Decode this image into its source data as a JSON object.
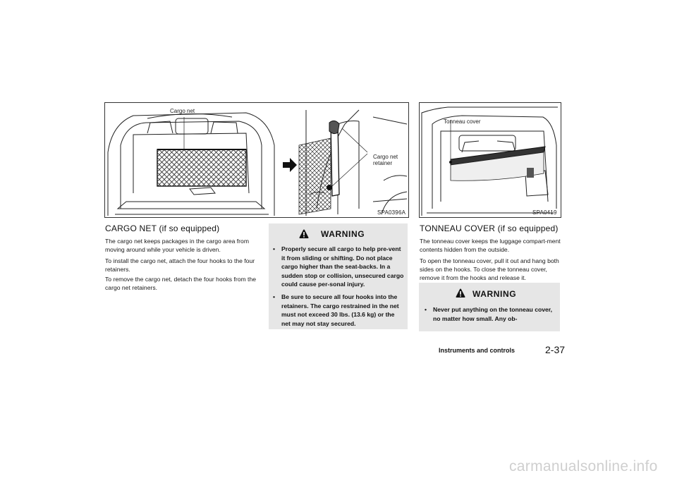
{
  "figures": {
    "cargo_net": {
      "code": "SPA0396A",
      "label_cargo_net": "Cargo net",
      "label_retainer_line1": "Cargo net",
      "label_retainer_line2": "retainer"
    },
    "tonneau": {
      "code": "SPA0419",
      "label_tonneau": "Tonneau cover"
    }
  },
  "cargo_net_section": {
    "heading": "CARGO NET (if so equipped)",
    "paragraphs": [
      "The cargo net keeps packages in the cargo area from moving around while your vehicle is driven.",
      "To install the cargo net, attach the four hooks to the four retainers.",
      "To remove the cargo net, detach the four hooks from the cargo net retainers."
    ],
    "warning": {
      "title": "WARNING",
      "items": [
        "Properly secure all cargo to help pre-vent it from sliding or shifting. Do not place cargo higher than the seat-backs. In a sudden stop or collision, unsecured cargo could cause per-sonal injury.",
        "Be sure to secure all four hooks into the retainers. The cargo restrained in the net must not exceed 30 lbs. (13.6 kg) or the net may not stay secured."
      ]
    }
  },
  "tonneau_section": {
    "heading": "TONNEAU COVER (if so equipped)",
    "paragraphs": [
      "The tonneau cover keeps the luggage compart-ment contents hidden from the outside.",
      "To open the tonneau cover, pull it out and hang both sides on the hooks. To close the tonneau cover, remove it from the hooks and release it."
    ],
    "warning": {
      "title": "WARNING",
      "items": [
        "Never put anything on the tonneau cover, no matter how small. Any ob-"
      ]
    }
  },
  "footer": {
    "section": "Instruments and controls",
    "page": "2-37"
  },
  "watermark": "carmanualsonline.info"
}
